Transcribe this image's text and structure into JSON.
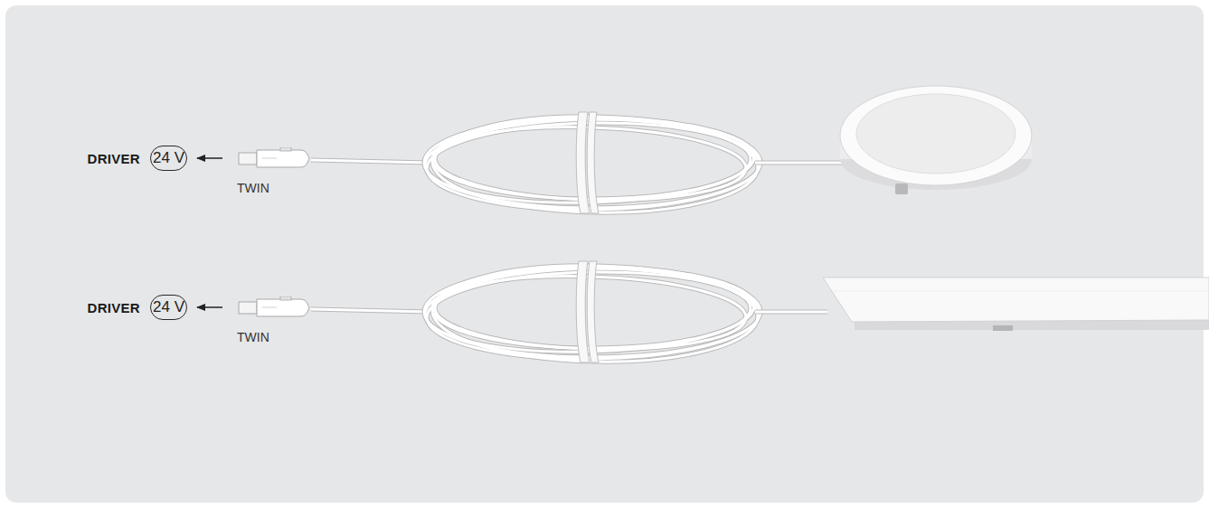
{
  "diagram": {
    "nodes": [
      {
        "text": [
          "DRIVER",
          "24 V"
        ]
      },
      {
        "text": [
          "TWIN"
        ]
      },
      {
        "text": [
          "DRIVER",
          "24 V"
        ]
      },
      {
        "text": [
          "TWIN"
        ]
      }
    ],
    "edges": [
      {
        "from": 1,
        "to": 0,
        "arrow": "to"
      },
      {
        "from": 3,
        "to": 2,
        "arrow": "to"
      }
    ]
  }
}
